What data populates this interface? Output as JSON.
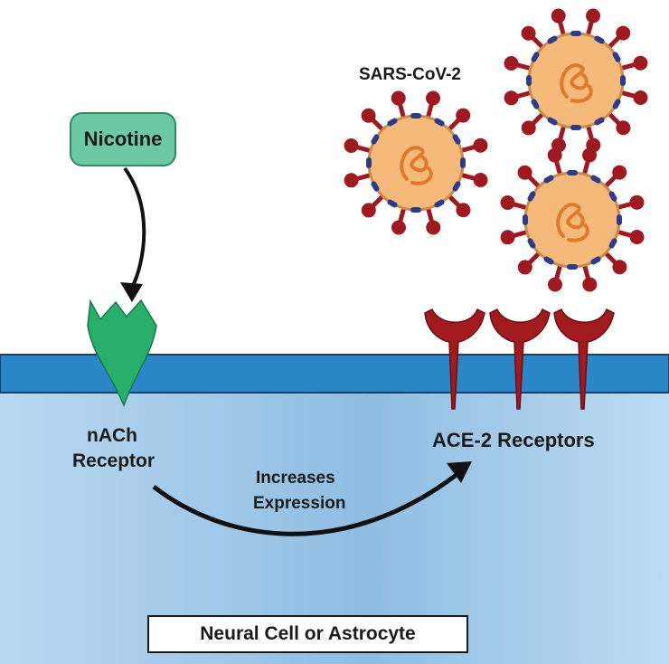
{
  "labels": {
    "nicotine": "Nicotine",
    "virus": "SARS-CoV-2",
    "nach_line1": "nACh",
    "nach_line2": "Receptor",
    "ace2": "ACE-2 Receptors",
    "arrow_line1": "Increases",
    "arrow_line2": "Expression",
    "cell": "Neural Cell or Astrocyte"
  },
  "colors": {
    "membrane": "#2a86c6",
    "cytoplasm": "#a9cfea",
    "nicotine_fill": "#6cc9a4",
    "nach_receptor": "#28b06a",
    "ace2_receptor": "#a01a1e",
    "virus_body": "#f5b97a",
    "virus_spike": "#9e1a20",
    "virus_protein": "#2e3a8c",
    "virus_rna": "#e07a2a"
  }
}
